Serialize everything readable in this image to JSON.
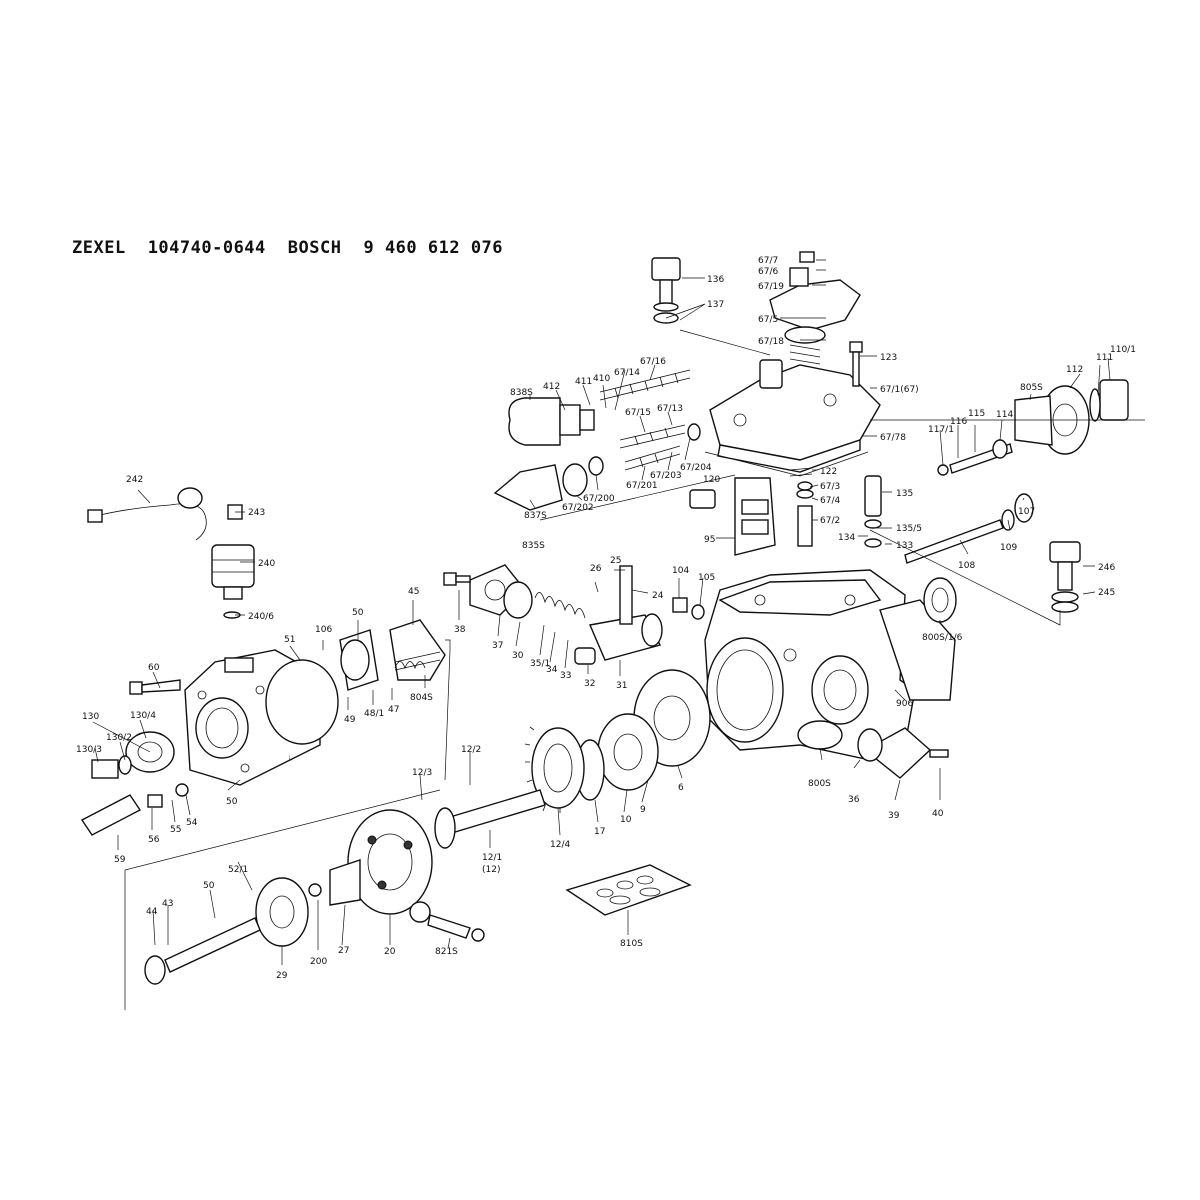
{
  "header": {
    "brand_left": "ZEXEL",
    "number_left": "104740-0644",
    "brand_right": "BOSCH",
    "number_right": "9 460 612 076"
  },
  "callouts": {
    "c136": "136",
    "c137": "137",
    "c67_7": "67/7",
    "c67_6": "67/6",
    "c67_19": "67/19",
    "c67_5": "67/5",
    "c67_18": "67/18",
    "c123": "123",
    "c67_1": "67/1(67)",
    "c67_78": "67/78",
    "c838s": "838S",
    "c412": "412",
    "c411": "411",
    "c410": "410",
    "c67_14": "67/14",
    "c67_16": "67/16",
    "c67_13": "67/13",
    "c67_15": "67/15",
    "c67_204": "67/204",
    "c67_203": "67/203",
    "c67_201": "67/201",
    "c67_200": "67/200",
    "c67_202": "67/202",
    "c837s": "837S",
    "c835s": "835S",
    "c120": "120",
    "c122": "122",
    "c67_3": "67/3",
    "c67_4": "67/4",
    "c67_2": "67/2",
    "c95": "95",
    "c135": "135",
    "c135_5": "135/5",
    "c134": "134",
    "c133": "133",
    "c111": "111",
    "c110_1": "110/1",
    "c112": "112",
    "c805s": "805S",
    "c114": "114",
    "c115": "115",
    "c116": "116",
    "c117_1": "117/1",
    "c107": "107",
    "c109": "109",
    "c108": "108",
    "c246": "246",
    "c245": "245",
    "c800s_1_6": "800S/1/6",
    "c906": "906",
    "c800s": "800S",
    "c36": "36",
    "c39": "39",
    "c40": "40",
    "c242": "242",
    "c243": "243",
    "c240": "240",
    "c240_6": "240/6",
    "c45": "45",
    "c50a": "50",
    "c51": "51",
    "c106": "106",
    "c60": "60",
    "c130": "130",
    "c130_4": "130/4",
    "c130_2": "130/2",
    "c130_3": "130/3",
    "c49": "49",
    "c48_1": "48/1",
    "c47": "47",
    "c804s": "804S",
    "c50b": "50",
    "c56": "56",
    "c55": "55",
    "c54": "54",
    "c59": "59",
    "c38": "38",
    "c37": "37",
    "c30": "30",
    "c35_1": "35/1",
    "c34": "34",
    "c33": "33",
    "c32": "32",
    "c31": "31",
    "c26": "26",
    "c25": "25",
    "c24": "24",
    "c104": "104",
    "c105": "105",
    "c12_2": "12/2",
    "c12_3": "12/3",
    "c12_1": "12/1",
    "c12": "(12)",
    "c12_4": "12/4",
    "c17": "17",
    "c10": "10",
    "c9": "9",
    "c6": "6",
    "c52_1": "52/1",
    "c50c": "50",
    "c44": "44",
    "c43": "43",
    "c29": "29",
    "c200": "200",
    "c27": "27",
    "c20": "20",
    "c821s": "821S",
    "c810s": "810S"
  },
  "colors": {
    "ink": "#111111",
    "paper": "#ffffff"
  }
}
